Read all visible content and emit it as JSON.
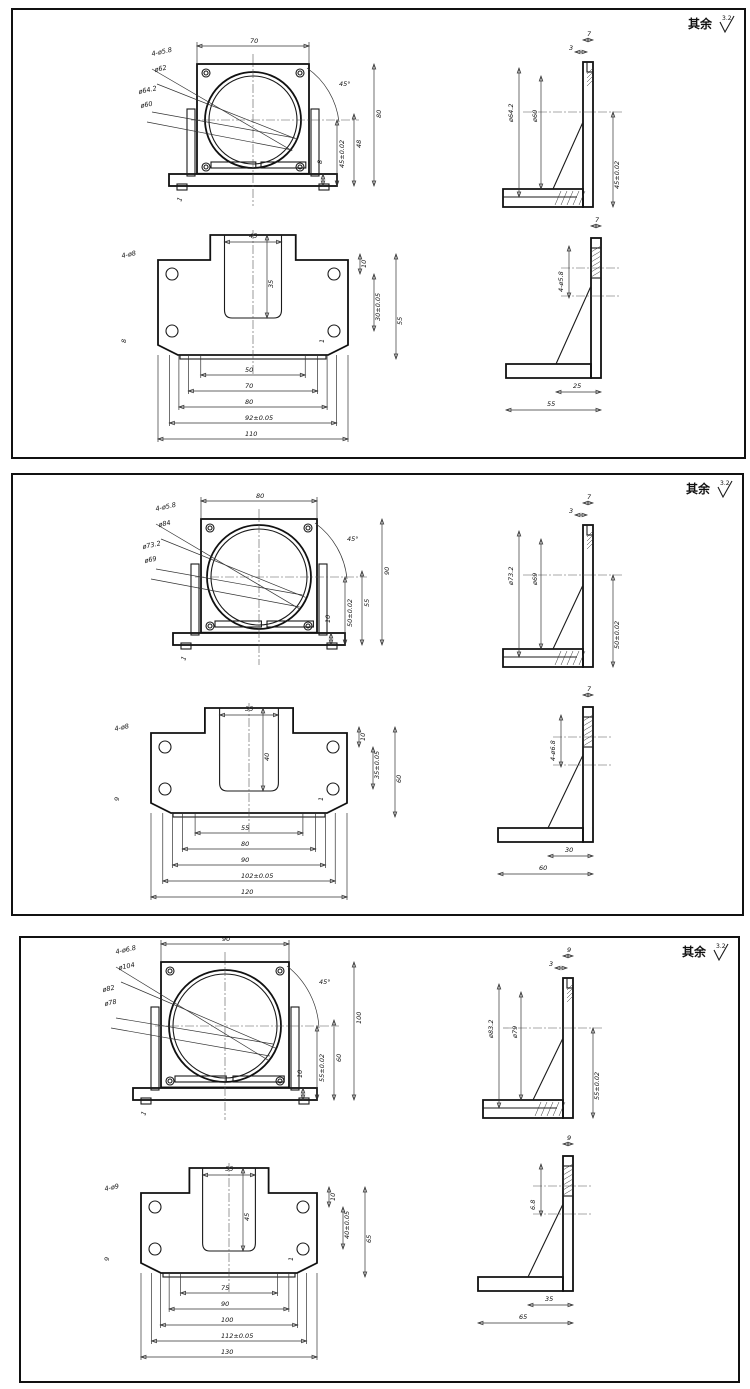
{
  "sheets": [
    {
      "roughness": {
        "text": "其余",
        "value": "3.2"
      },
      "front": {
        "hole_note": "4-ø5.8",
        "d1": "ø62",
        "d2": "ø64.2",
        "d3": "ø60",
        "width": "70",
        "height": "80",
        "center_h": "45±0.02",
        "half_h": "48",
        "base_t": "8",
        "angle": "45°",
        "fillet": "1"
      },
      "side": {
        "t1": "7",
        "t2": "3",
        "d1": "ø64.2",
        "d2": "ø60",
        "h": "45±0.02"
      },
      "top": {
        "hole_note": "4-ø8",
        "slot_w": "45",
        "slot_d": "35",
        "off_y": "10",
        "hole_y": "30±0.05",
        "depth": "55",
        "chamfer": "8",
        "r": "1",
        "w1": "50",
        "w2": "70",
        "w3": "80",
        "w4": "92±0.05",
        "w5": "110"
      },
      "side2": {
        "t": "7",
        "hole": "4-ø5.8",
        "gusset": "25",
        "len": "55"
      }
    },
    {
      "roughness": {
        "text": "其余",
        "value": "3.2"
      },
      "front": {
        "hole_note": "4-ø5.8",
        "d1": "ø84",
        "d2": "ø73.2",
        "d3": "ø69",
        "width": "80",
        "height": "90",
        "center_h": "50±0.02",
        "half_h": "55",
        "base_t": "10",
        "angle": "45°",
        "fillet": "1"
      },
      "side": {
        "t1": "7",
        "t2": "3",
        "d1": "ø73.2",
        "d2": "ø69",
        "h": "50±0.02"
      },
      "top": {
        "hole_note": "4-ø8",
        "slot_w": "35",
        "slot_d": "40",
        "off_y": "10",
        "hole_y": "35±0.05",
        "depth": "60",
        "chamfer": "9",
        "r": "1",
        "w1": "55",
        "w2": "80",
        "w3": "90",
        "w4": "102±0.05",
        "w5": "120"
      },
      "side2": {
        "t": "7",
        "hole": "4-ø6.8",
        "gusset": "30",
        "len": "60"
      }
    },
    {
      "roughness": {
        "text": "其余",
        "value": "3.2"
      },
      "front": {
        "hole_note": "4-ø6.8",
        "d1": "ø104",
        "d2": "ø82",
        "d3": "ø78",
        "width": "90",
        "height": "100",
        "center_h": "55±0.02",
        "half_h": "60",
        "base_t": "10",
        "angle": "45°",
        "fillet": "1"
      },
      "side": {
        "t1": "9",
        "t2": "3",
        "d1": "ø83.2",
        "d2": "ø79",
        "h": "55±0.02"
      },
      "top": {
        "hole_note": "4-ø9",
        "slot_w": "55",
        "slot_d": "45",
        "off_y": "10",
        "hole_y": "40±0.05",
        "depth": "65",
        "chamfer": "9",
        "r": "1",
        "w1": "75",
        "w2": "90",
        "w3": "100",
        "w4": "112±0.05",
        "w5": "130"
      },
      "side2": {
        "t": "9",
        "hole": "6.8",
        "gusset": "35",
        "len": "65"
      }
    }
  ]
}
